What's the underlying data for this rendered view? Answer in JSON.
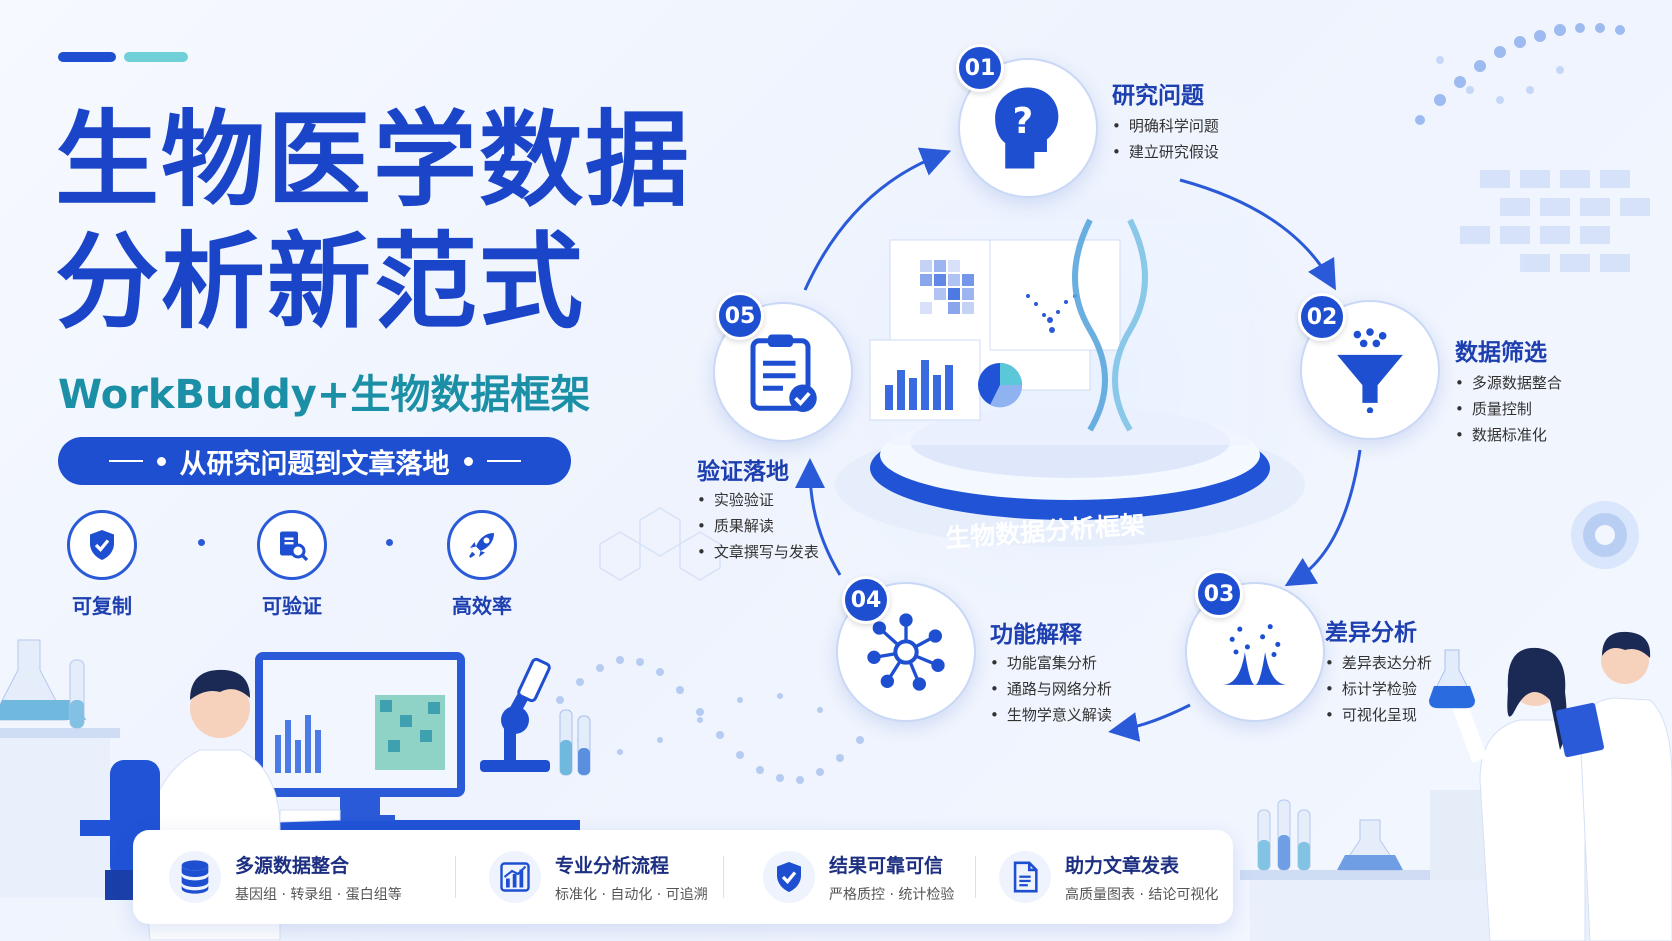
{
  "title_line1": "生物医学数据",
  "title_line2": "分析新范式",
  "subtitle": "WorkBuddy+生物数据框架",
  "pill": "从研究问题到文章落地",
  "features": [
    {
      "label": "可复制",
      "icon": "shield-check-icon"
    },
    {
      "label": "可验证",
      "icon": "document-search-icon"
    },
    {
      "label": "高效率",
      "icon": "rocket-icon"
    }
  ],
  "center_label": "生物数据分析框架",
  "steps": [
    {
      "num": "01",
      "title": "研究问题",
      "items": [
        "明确科学问题",
        "建立研究假设"
      ],
      "icon": "head-question-icon"
    },
    {
      "num": "02",
      "title": "数据筛选",
      "items": [
        "多源数据整合",
        "质量控制",
        "数据标准化"
      ],
      "icon": "funnel-icon"
    },
    {
      "num": "03",
      "title": "差异分析",
      "items": [
        "差异表达分析",
        "标计学检验",
        "可视化呈现"
      ],
      "icon": "peak-chart-icon"
    },
    {
      "num": "04",
      "title": "功能解释",
      "items": [
        "功能富集分析",
        "通路与网络分析",
        "生物学意义解读"
      ],
      "icon": "network-icon"
    },
    {
      "num": "05",
      "title": "验证落地",
      "items": [
        "实验验证",
        "质果解读",
        "文章撰写与发表"
      ],
      "icon": "clipboard-check-icon"
    }
  ],
  "bottom": [
    {
      "title": "多源数据整合",
      "desc": "基因组 · 转录组 · 蛋白组等",
      "icon": "database-icon"
    },
    {
      "title": "专业分析流程",
      "desc": "标准化 · 自动化 · 可追溯",
      "icon": "bar-chart-icon"
    },
    {
      "title": "结果可靠可信",
      "desc": "严格质控 · 统计检验",
      "icon": "shield-check-icon"
    },
    {
      "title": "助力文章发表",
      "desc": "高质量图表 · 结论可视化",
      "icon": "document-icon"
    }
  ],
  "colors": {
    "primary": "#1e4fd1",
    "teal": "#1b8fa5",
    "dark": "#1d3fb0"
  }
}
